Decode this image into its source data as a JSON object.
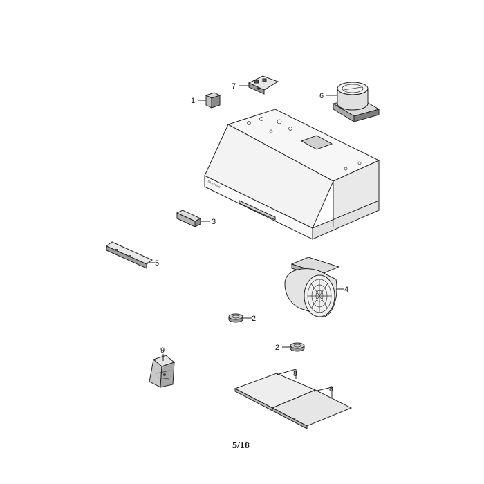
{
  "diagram": {
    "page_label": "5/18",
    "callouts": {
      "c1": "1",
      "c2a": "2",
      "c2b": "2",
      "c3": "3",
      "c4": "4",
      "c5": "5",
      "c6": "6",
      "c7": "7",
      "c8a": "8",
      "c8b": "8",
      "c9": "9"
    },
    "brand_mark": "SAMSUNG"
  }
}
